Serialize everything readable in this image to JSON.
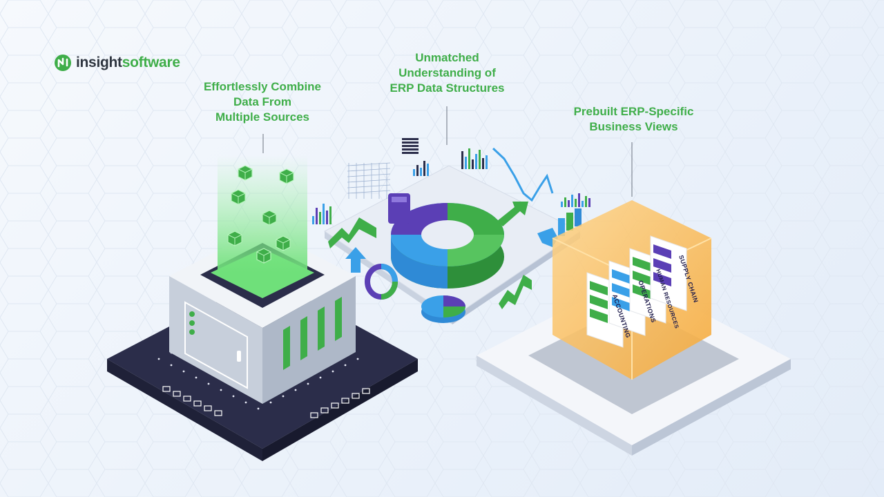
{
  "brand": {
    "logo_prefix": "insight",
    "logo_suffix": "software",
    "accent_color": "#3fae49",
    "dark_color": "#2f3640",
    "icon": "insightsoftware-logo-icon"
  },
  "headlines": {
    "combine": "Effortlessly Combine\nData From\nMultiple Sources",
    "understanding": "Unmatched\nUnderstanding of\nERP Data Structures",
    "views": "Prebuilt ERP-Specific\nBusiness Views"
  },
  "business_views": {
    "cards": [
      "ACCOUNTING",
      "OPERATIONS",
      "HUMAN RESOURCES",
      "SUPPLY CHAIN"
    ]
  },
  "palette": {
    "green": "#3fae49",
    "blue": "#3aa0e8",
    "purple": "#5b3fb5",
    "navy": "#2b2d4a",
    "orange": "#f6b54a"
  }
}
